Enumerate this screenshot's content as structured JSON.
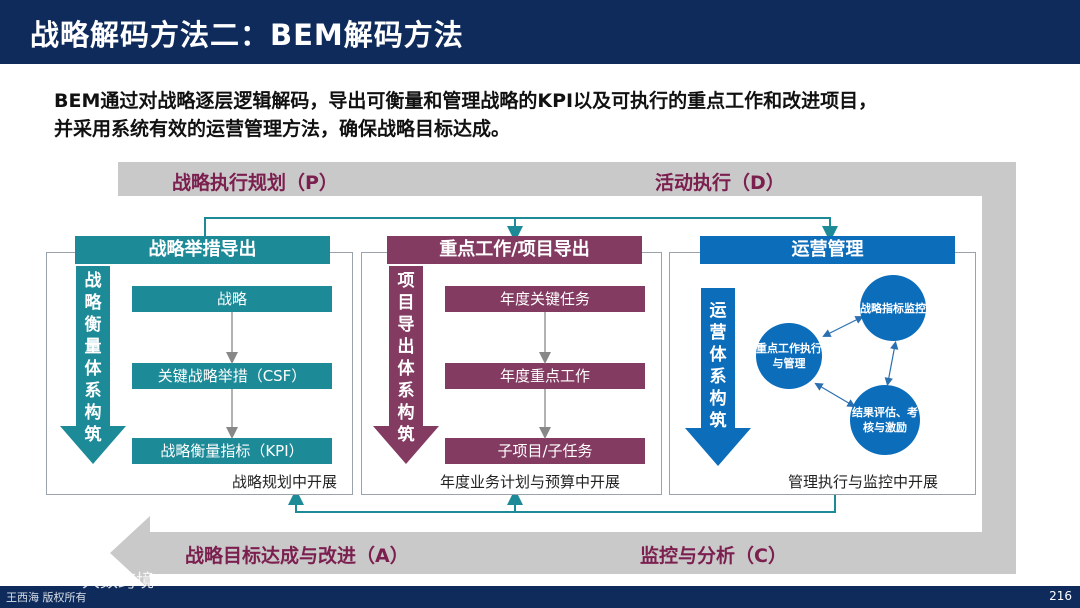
{
  "header": {
    "title": "战略解码方法二：BEM解码方法"
  },
  "intro": {
    "line1": "BEM通过对战略逐层逻辑解码，导出可衡量和管理战略的KPI以及可执行的重点工作和改进项目，",
    "line2": "并采用系统有效的运营管理方法，确保战略目标达成。"
  },
  "cycle": {
    "plan": "战略执行规划（P）",
    "do": "活动执行（D）",
    "act": "战略目标达成与改进（A）",
    "check": "监控与分析（C）"
  },
  "panels": {
    "strategy": {
      "title": "战略举措导出",
      "side": "战略衡量体系构筑",
      "items": [
        "战略",
        "关键战略举措（CSF）",
        "战略衡量指标（KPI）"
      ],
      "footer": "战略规划中开展",
      "color": "#1d8a98"
    },
    "projects": {
      "title": "重点工作/项目导出",
      "side": "项目导出体系构筑",
      "items": [
        "年度关键任务",
        "年度重点工作",
        "子项目/子任务"
      ],
      "footer": "年度业务计划与预算中开展",
      "color": "#843b62"
    },
    "operations": {
      "title": "运营管理",
      "side": "运营体系构筑",
      "circles": [
        "战略指标监控",
        "重点工作执行与管理",
        "结果评估、考核与激励"
      ],
      "footer": "管理执行与监控中开展",
      "color": "#0c6dbb"
    }
  },
  "footer": {
    "left": "王西海 版权所有",
    "page": "216",
    "watermark": "大数跨境"
  },
  "colors": {
    "header": "#0e2b5c",
    "cycle_band": "#c9c9c9",
    "teal": "#1d8a98",
    "plum": "#843b62",
    "blue": "#0c6dbb"
  }
}
